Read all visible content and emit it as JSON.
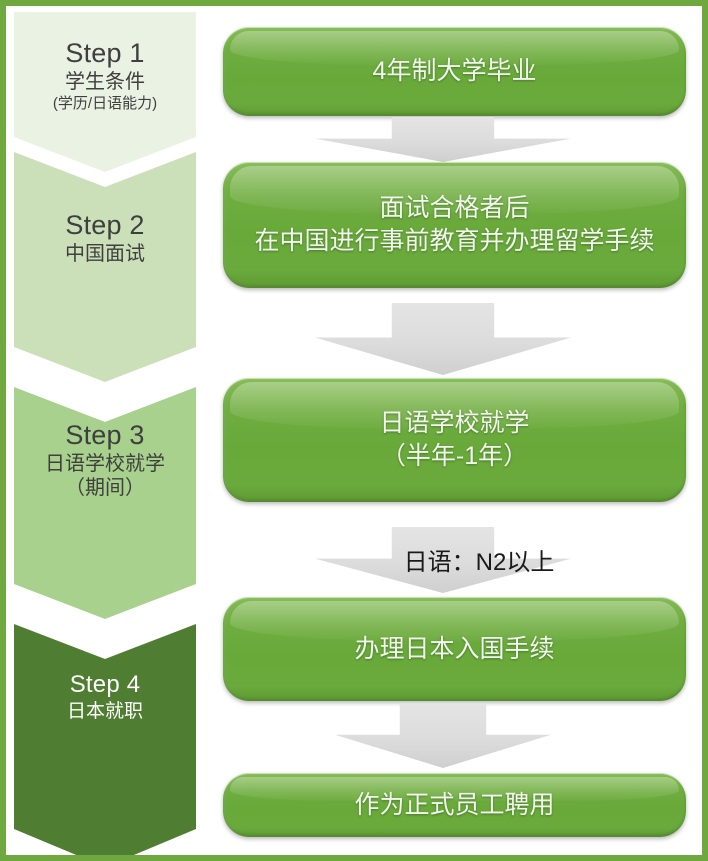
{
  "frame": {
    "border_color": "#6fa83f"
  },
  "palette": {
    "step1_bg": "#eaf2e4",
    "step2_bg": "#cbe0b8",
    "step3_bg": "#a8d18d",
    "step4_bg": "#4f7d32",
    "box_green": "#6cac3f",
    "arrow_gray": "#dcdcdc",
    "box_text": "#f2f7ee",
    "step_text": "#3f3f3f",
    "step4_text": "#ffffff"
  },
  "steps": [
    {
      "id": "step-1",
      "title": "Step 1",
      "subtitle": "学生条件",
      "detail": "(学历/日语能力)"
    },
    {
      "id": "step-2",
      "title": "Step 2",
      "subtitle": "中国面试",
      "detail": ""
    },
    {
      "id": "step-3",
      "title": "Step 3",
      "subtitle": "日语学校就学",
      "detail": "（期间）"
    },
    {
      "id": "step-4",
      "title": "Step 4",
      "subtitle": "日本就职",
      "detail": ""
    }
  ],
  "process_boxes": [
    {
      "id": "box-1",
      "line1": "4年制大学毕业",
      "line2": ""
    },
    {
      "id": "box-2",
      "line1": "面试合格者后",
      "line2": "在中国进行事前教育并办理留学手续"
    },
    {
      "id": "box-3",
      "line1": "日语学校就学",
      "line2": "（半年-1年）"
    },
    {
      "id": "box-4",
      "line1": "办理日本入国手续",
      "line2": ""
    },
    {
      "id": "box-5",
      "line1": "作为正式员工聘用",
      "line2": ""
    }
  ],
  "arrows": [
    {
      "id": "arrow-1",
      "label": ""
    },
    {
      "id": "arrow-2",
      "label": ""
    },
    {
      "id": "arrow-3",
      "label": "日语：N2以上"
    },
    {
      "id": "arrow-4",
      "label": ""
    }
  ]
}
